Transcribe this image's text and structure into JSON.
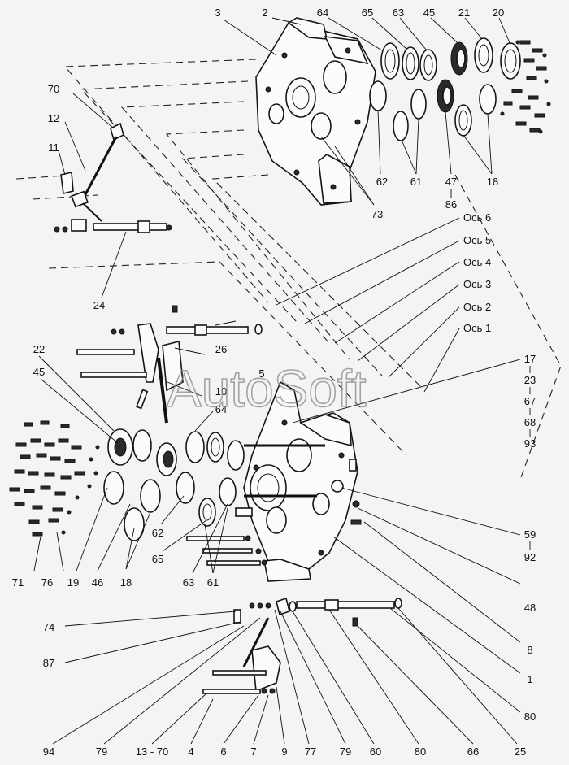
{
  "watermark": "AutoSoft",
  "axes": [
    "Ось 6",
    "Ось 5",
    "Ось 4",
    "Ось 3",
    "Ось 2",
    "Ось 1"
  ],
  "callouts": {
    "top": [
      "3",
      "2",
      "64",
      "65",
      "63",
      "45",
      "21",
      "20",
      "70",
      "12",
      "11",
      "62",
      "61",
      "47",
      "18",
      "86",
      "73",
      "24"
    ],
    "middle": [
      "22",
      "45",
      "26",
      "5",
      "10",
      "64",
      "17",
      "23",
      "67",
      "68",
      "93"
    ],
    "lower_left": [
      "71",
      "76",
      "19",
      "46",
      "18",
      "62",
      "65",
      "63",
      "61"
    ],
    "lower_right": [
      "59",
      "92",
      "48",
      "8",
      "1",
      "80"
    ],
    "bottom": [
      "74",
      "87",
      "94",
      "79",
      "13 - 70",
      "4",
      "6",
      "7",
      "9",
      "77",
      "79",
      "60",
      "80",
      "66",
      "25"
    ]
  }
}
